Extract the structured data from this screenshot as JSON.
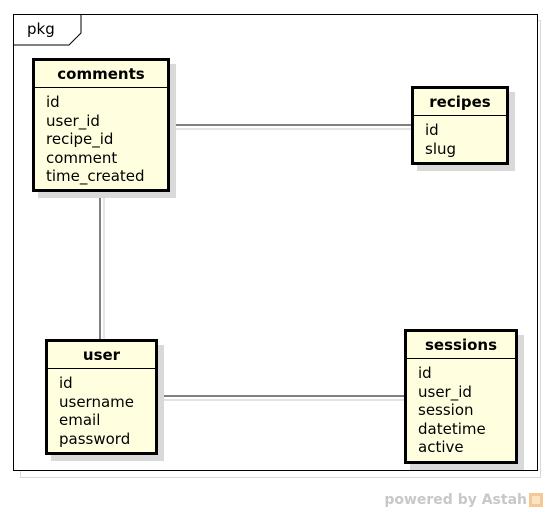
{
  "package": {
    "label": "pkg"
  },
  "entities": {
    "comments": {
      "name": "comments",
      "attributes": [
        "id",
        "user_id",
        "recipe_id",
        "comment",
        "time_created"
      ]
    },
    "recipes": {
      "name": "recipes",
      "attributes": [
        "id",
        "slug"
      ]
    },
    "user": {
      "name": "user",
      "attributes": [
        "id",
        "username",
        "email",
        "password"
      ]
    },
    "sessions": {
      "name": "sessions",
      "attributes": [
        "id",
        "user_id",
        "session",
        "datetime",
        "active"
      ]
    }
  },
  "relationships": [
    {
      "from": "comments",
      "to": "recipes"
    },
    {
      "from": "comments",
      "to": "user"
    },
    {
      "from": "user",
      "to": "sessions"
    }
  ],
  "watermark": {
    "text": "powered by Astah"
  },
  "colors": {
    "entity_fill": "#ffffe0",
    "border": "#000000",
    "shadow": "#d9d9d9",
    "watermark": "#c8c8c8"
  }
}
